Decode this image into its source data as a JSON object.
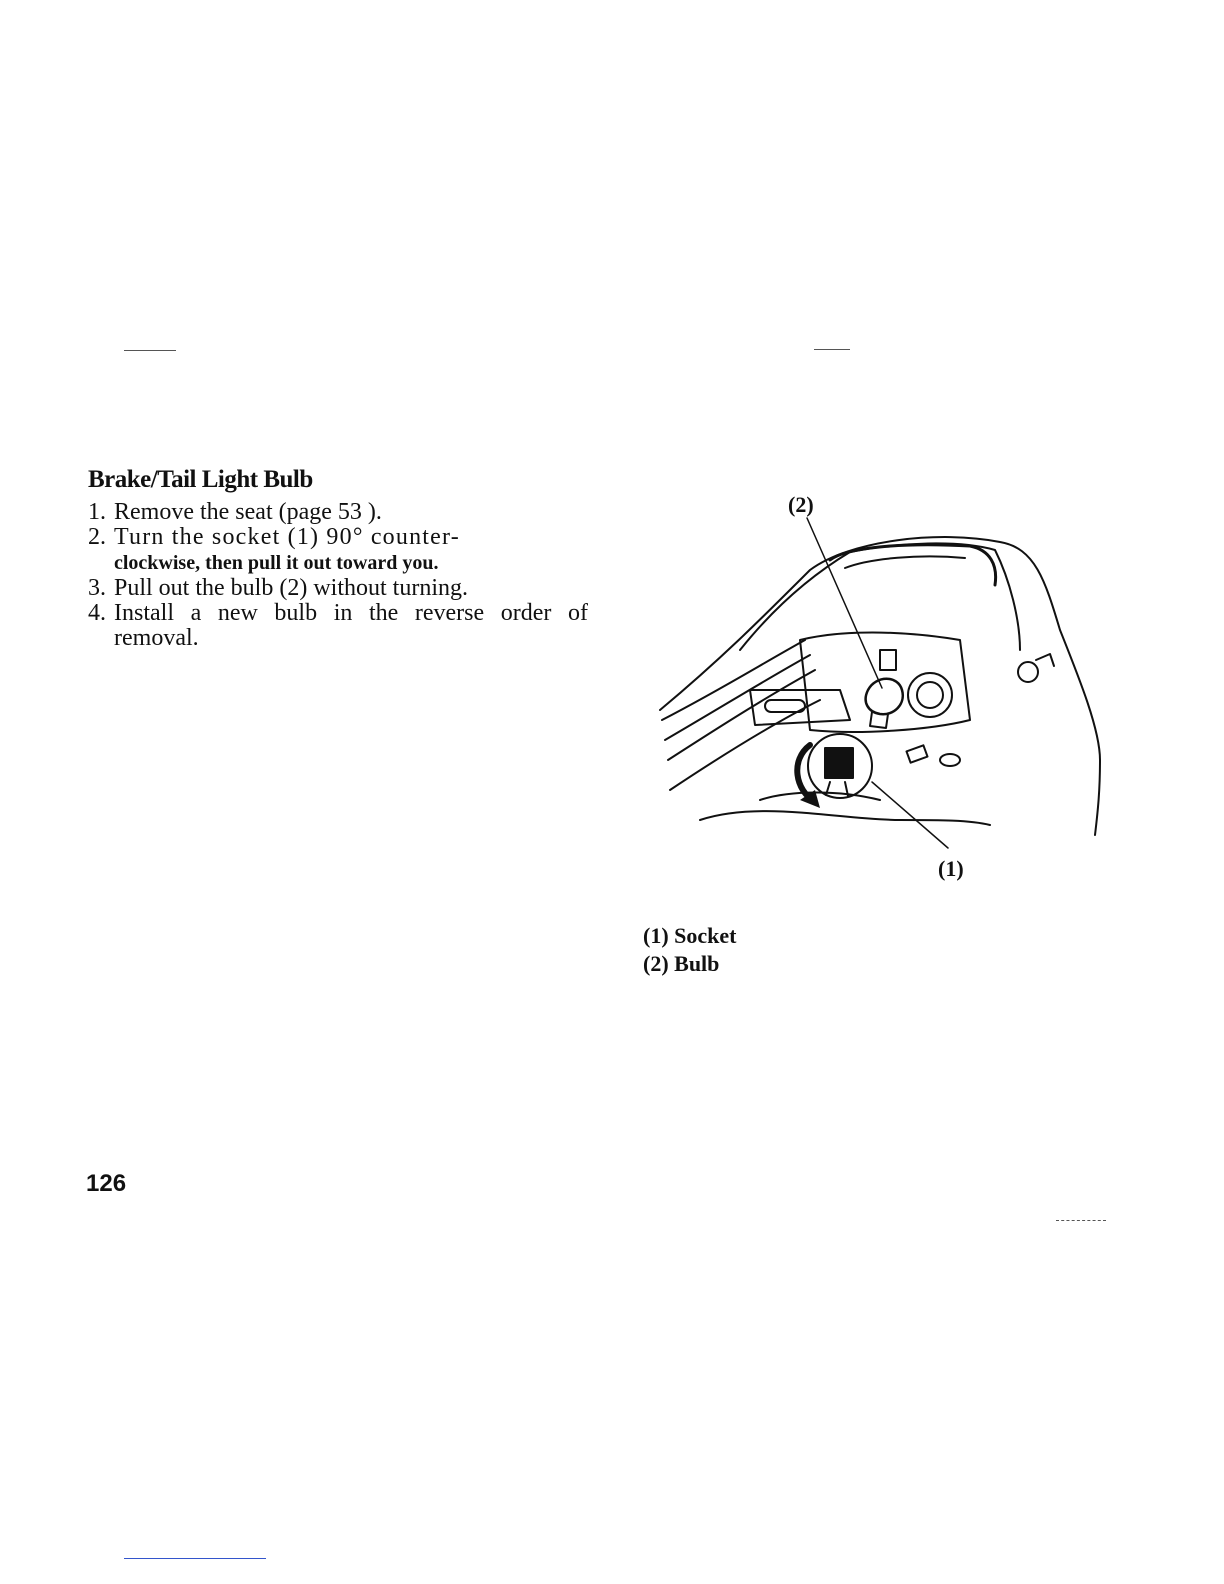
{
  "section": {
    "title": "Brake/Tail Light Bulb"
  },
  "steps": [
    {
      "num": "1.",
      "text": "Remove the seat (page 53 )."
    },
    {
      "num": "2.",
      "text_lead": "Turn the socket (1) 90° counter-",
      "text_rest": "clockwise, then pull it out toward you."
    },
    {
      "num": "3.",
      "text": "Pull out the bulb (2) without turning."
    },
    {
      "num": "4.",
      "text": "Install a new bulb in the reverse order of removal."
    }
  ],
  "figure": {
    "callouts": [
      "(2)",
      "(1)"
    ]
  },
  "legend": [
    "(1) Socket",
    "(2) Bulb"
  ],
  "page": {
    "number": "126"
  }
}
